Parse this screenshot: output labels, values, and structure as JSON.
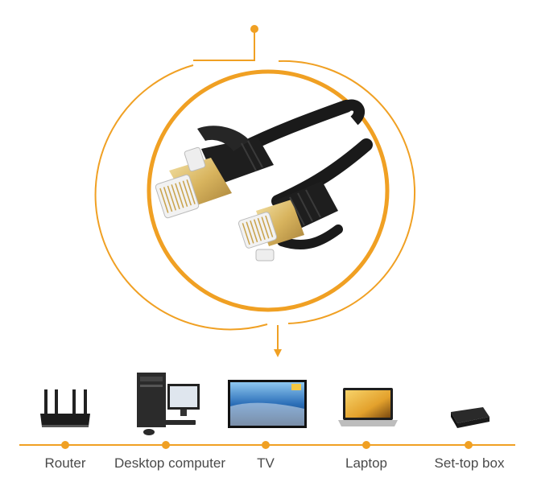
{
  "accent_color": "#F0A023",
  "product": {
    "name": "ethernet-cable-image",
    "cable_color": "#1a1a1a",
    "plug_color": "#d8b96a"
  },
  "devices": [
    {
      "label": "Router",
      "icon": "router-icon"
    },
    {
      "label": "Desktop computer",
      "icon": "desktop-computer-icon"
    },
    {
      "label": "TV",
      "icon": "tv-icon"
    },
    {
      "label": "Laptop",
      "icon": "laptop-icon"
    },
    {
      "label": "Set-top box",
      "icon": "set-top-box-icon"
    }
  ]
}
